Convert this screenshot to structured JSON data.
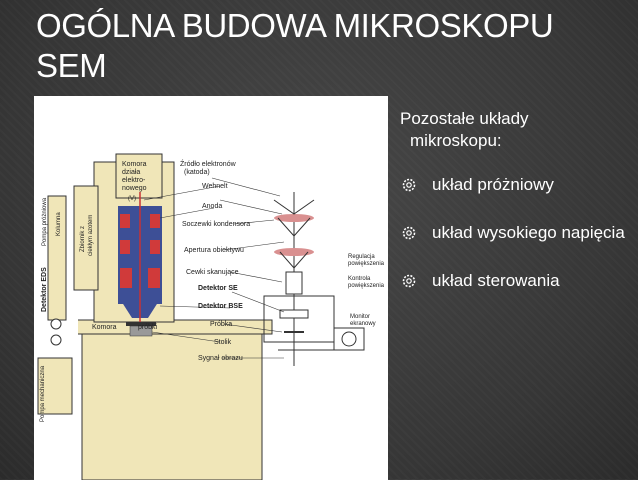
{
  "slide": {
    "title": "OGÓLNA BUDOWA MIKROSKOPU SEM",
    "lead_line1": "Pozostałe układy",
    "lead_line2": "mikroskopu:",
    "bullets": [
      "układ próżniowy",
      "układ wysokiego napięcia",
      "układ sterowania"
    ]
  },
  "diagram": {
    "labels": {
      "gun_chamber_1": "Komora",
      "gun_chamber_2": "działa",
      "gun_chamber_3": "elektro-",
      "gun_chamber_4": "nowego",
      "electron_source_1": "Źródło elektronów",
      "electron_source_2": "(katoda)",
      "wehnelt": "Wehnelt",
      "anode": "Anoda",
      "condenser": "Soczewki kondensora",
      "aperture": "Apertura obiektywu",
      "scan_coils": "Cewki skanujące",
      "detector_se": "Detektor SE",
      "detector_bse": "Detektor BSE",
      "sample": "Próbka",
      "stage": "Stolik",
      "image_signal": "Sygnał obrazu",
      "sample_chamber_1": "Komora",
      "sample_chamber_2": "próbki",
      "column": "Kolumna",
      "nitrogen_tank_1": "Zbiornik z",
      "nitrogen_tank_2": "ciekłym azotem",
      "diffusion_pump": "Pompa próżniowa",
      "eds_detector": "Detektor EDS",
      "mech_pump": "Pompa mechaniczna",
      "mag_reg_1": "Regulacja",
      "mag_reg_2": "powiększenia",
      "mag_ctrl_1": "Kontrola",
      "mag_ctrl_2": "powiększenia",
      "monitor_1": "Monitor",
      "monitor_2": "ekranowy",
      "voltage": "(V)"
    },
    "colors": {
      "column_blue": "#3d4f96",
      "lens_red": "#d03a3a",
      "beam_red": "#c83232",
      "chamber_fill": "#f0e6b8",
      "background": "#ffffff"
    }
  }
}
